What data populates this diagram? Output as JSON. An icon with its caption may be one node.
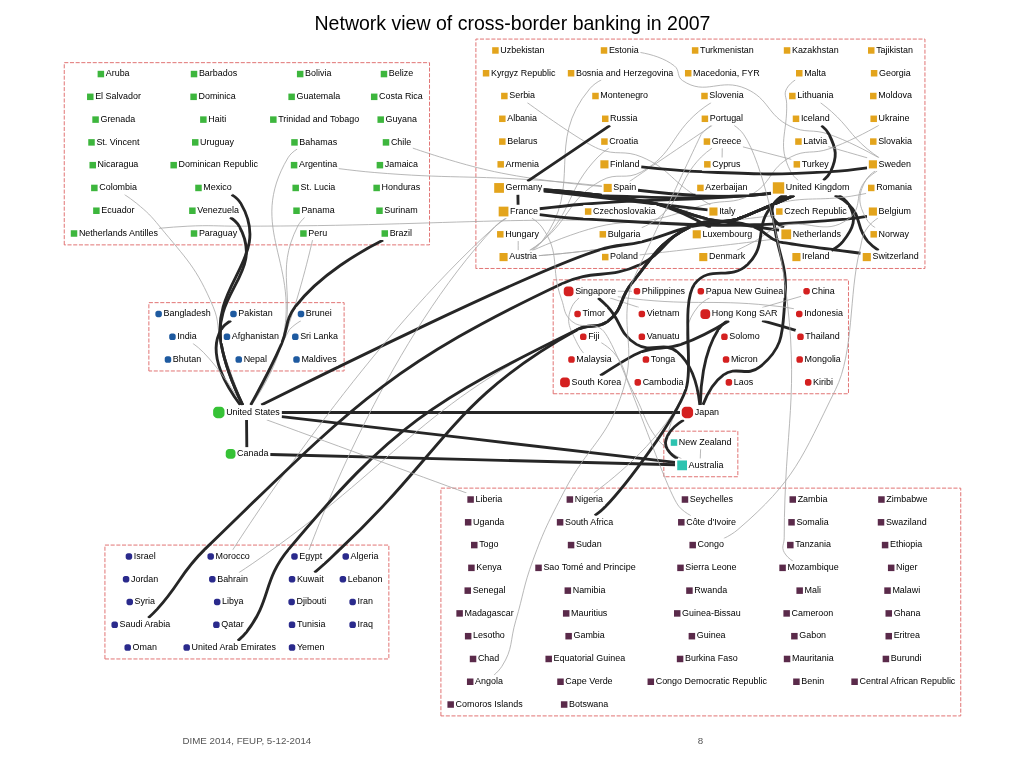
{
  "diagram": {
    "title": "Network view of cross-border banking in 2007",
    "nodes": [
      {
        "text": [],
        "shape": "box"
      },
      {
        "text": [
          "Aruba"
        ],
        "in": 0
      },
      {
        "text": [
          "Barbados"
        ],
        "in": 0
      },
      {
        "text": [
          "Bolivia"
        ],
        "in": 0
      },
      {
        "text": [
          "Belize"
        ],
        "in": 0
      },
      {
        "text": [
          "El Salvador"
        ],
        "in": 0
      },
      {
        "text": [
          "Dominica"
        ],
        "in": 0
      },
      {
        "text": [
          "Guatemala"
        ],
        "in": 0
      },
      {
        "text": [
          "Costa Rica"
        ],
        "in": 0
      },
      {
        "text": [
          "Grenada"
        ],
        "in": 0
      },
      {
        "text": [
          "Haiti"
        ],
        "in": 0
      },
      {
        "text": [
          "Trinidad and Tobago"
        ],
        "in": 0
      },
      {
        "text": [
          "Guyana"
        ],
        "in": 0
      },
      {
        "text": [
          "St. Vincent"
        ],
        "in": 0
      },
      {
        "text": [
          "Uruguay"
        ],
        "in": 0
      },
      {
        "text": [
          "Bahamas"
        ],
        "in": 0
      },
      {
        "text": [
          "Chile"
        ],
        "in": 0
      },
      {
        "text": [
          "Nicaragua"
        ],
        "in": 0
      },
      {
        "text": [
          "Dominican Republic"
        ],
        "in": 0
      },
      {
        "text": [
          "Argentina"
        ],
        "in": 0
      },
      {
        "text": [
          "Jamaica"
        ],
        "in": 0
      },
      {
        "text": [
          "Colombia"
        ],
        "in": 0
      },
      {
        "text": [
          "Mexico"
        ],
        "in": 0
      },
      {
        "text": [
          "St. Lucia"
        ],
        "in": 0
      },
      {
        "text": [
          "Honduras"
        ],
        "in": 0
      },
      {
        "text": [
          "Ecuador"
        ],
        "in": 0
      },
      {
        "text": [
          "Venezuela"
        ],
        "in": 0
      },
      {
        "text": [
          "Panama"
        ],
        "in": 0
      },
      {
        "text": [
          "Surinam"
        ],
        "in": 0
      },
      {
        "text": [
          "Netherlands Antilles"
        ],
        "in": 0
      },
      {
        "text": [
          "Paraguay"
        ],
        "in": 0
      },
      {
        "text": [
          "Peru"
        ],
        "in": 0
      },
      {
        "text": [
          "Brazil"
        ],
        "in": 0
      },
      {
        "text": [],
        "shape": "box"
      },
      {
        "text": [
          "Uzbekistan"
        ],
        "in": 33
      },
      {
        "text": [
          "Estonia"
        ],
        "in": 33
      },
      {
        "text": [
          "Turkmenistan"
        ],
        "in": 33
      },
      {
        "text": [
          "Kazakhstan"
        ],
        "in": 33
      },
      {
        "text": [
          "Tajikistan"
        ],
        "in": 33
      },
      {
        "text": [
          "Kyrgyz Republic"
        ],
        "in": 33
      },
      {
        "text": [
          "Bosnia and Herzegovina"
        ],
        "in": 33
      },
      {
        "text": [
          "Macedonia, FYR"
        ],
        "in": 33
      },
      {
        "text": [
          "Malta"
        ],
        "in": 33
      },
      {
        "text": [
          "Georgia"
        ],
        "in": 33
      },
      {
        "text": [
          "Serbia"
        ],
        "in": 33
      },
      {
        "text": [
          "Montenegro"
        ],
        "in": 33
      },
      {
        "text": [
          "Slovenia"
        ],
        "in": 33
      },
      {
        "text": [
          "Lithuania"
        ],
        "in": 33
      },
      {
        "text": [
          "Moldova"
        ],
        "in": 33
      },
      {
        "text": [
          "Albania"
        ],
        "in": 33
      },
      {
        "text": [
          "Russia"
        ],
        "in": 33
      },
      {
        "text": [
          "Portugal"
        ],
        "in": 33
      },
      {
        "text": [
          "Iceland"
        ],
        "in": 33
      },
      {
        "text": [
          "Ukraine"
        ],
        "in": 33
      },
      {
        "text": [
          "Belarus"
        ],
        "in": 33
      },
      {
        "text": [
          "Croatia"
        ],
        "in": 33
      },
      {
        "text": [
          "Greece"
        ],
        "in": 33
      },
      {
        "text": [
          "Latvia"
        ],
        "in": 33
      },
      {
        "text": [
          "Slovakia"
        ],
        "in": 33
      },
      {
        "text": [
          "Armenia"
        ],
        "in": 33
      },
      {
        "text": [
          "Finland"
        ],
        "in": 33
      },
      {
        "text": [
          "Cyprus"
        ],
        "in": 33
      },
      {
        "text": [
          "Turkey"
        ],
        "in": 33
      },
      {
        "text": [
          "Sweden"
        ],
        "in": 33
      },
      {
        "text": [
          "Germany"
        ],
        "in": 33
      },
      {
        "text": [
          "Spain"
        ],
        "in": 33
      },
      {
        "text": [
          "Azerbaijan"
        ],
        "in": 33
      },
      {
        "text": [
          "United Kingdom"
        ],
        "in": 33
      },
      {
        "text": [
          "Romania"
        ],
        "in": 33
      },
      {
        "text": [
          "France"
        ],
        "in": 33
      },
      {
        "text": [
          "Czechoslovakia"
        ],
        "in": 33
      },
      {
        "text": [
          "Italy"
        ],
        "in": 33
      },
      {
        "text": [
          "Czech Republic"
        ],
        "in": 33
      },
      {
        "text": [
          "Belgium"
        ],
        "in": 33
      },
      {
        "text": [
          "Hungary"
        ],
        "in": 33
      },
      {
        "text": [
          "Bulgaria"
        ],
        "in": 33
      },
      {
        "text": [
          "Luxembourg"
        ],
        "in": 33
      },
      {
        "text": [
          "Netherlands"
        ],
        "in": 33
      },
      {
        "text": [
          "Norway"
        ],
        "in": 33
      },
      {
        "text": [
          "Austria"
        ],
        "in": 33
      },
      {
        "text": [
          "Poland"
        ],
        "in": 33
      },
      {
        "text": [
          "Denmark"
        ],
        "in": 33
      },
      {
        "text": [
          "Ireland"
        ],
        "in": 33
      },
      {
        "text": [
          "Switzerland"
        ],
        "in": 33
      },
      {
        "text": [],
        "shape": "box"
      },
      {
        "text": [
          "Bangladesh"
        ],
        "in": 84
      },
      {
        "text": [
          "Pakistan"
        ],
        "in": 84
      },
      {
        "text": [
          "Brunei"
        ],
        "in": 84
      },
      {
        "text": [
          "India"
        ],
        "in": 84
      },
      {
        "text": [
          "Afghanistan"
        ],
        "in": 84
      },
      {
        "text": [
          "Sri Lanka"
        ],
        "in": 84
      },
      {
        "text": [
          "Bhutan"
        ],
        "in": 84
      },
      {
        "text": [
          "Nepal"
        ],
        "in": 84
      },
      {
        "text": [
          "Maldives"
        ],
        "in": 84
      },
      {
        "text": [
          "United States"
        ]
      },
      {
        "text": [
          "Canada"
        ]
      },
      {
        "text": [],
        "shape": "box"
      },
      {
        "text": [
          "New Zealand"
        ],
        "in": 96
      },
      {
        "text": [
          "Australia"
        ],
        "in": 96
      },
      {
        "text": [
          "Japan"
        ]
      },
      {
        "text": [],
        "shape": "box"
      },
      {
        "text": [
          "Singapore"
        ],
        "in": 100
      },
      {
        "text": [
          "Philippines"
        ],
        "in": 100
      },
      {
        "text": [
          "Papua New Guinea"
        ],
        "in": 100
      },
      {
        "text": [
          "China"
        ],
        "in": 100
      },
      {
        "text": [
          "Timor"
        ],
        "in": 100
      },
      {
        "text": [
          "Vietnam"
        ],
        "in": 100
      },
      {
        "text": [
          "Hong Kong SAR"
        ],
        "in": 100
      },
      {
        "text": [
          "Indonesia"
        ],
        "in": 100
      },
      {
        "text": [
          "Fiji"
        ],
        "in": 100
      },
      {
        "text": [
          "Vanuatu"
        ],
        "in": 100
      },
      {
        "text": [
          "Solomo"
        ],
        "in": 100
      },
      {
        "text": [
          "Thailand"
        ],
        "in": 100
      },
      {
        "text": [
          "Malaysia"
        ],
        "in": 100
      },
      {
        "text": [
          "Tonga"
        ],
        "in": 100
      },
      {
        "text": [
          "Micron"
        ],
        "in": 100
      },
      {
        "text": [
          "Mongolia"
        ],
        "in": 100
      },
      {
        "text": [
          "South Korea"
        ],
        "in": 100
      },
      {
        "text": [
          "Cambodia"
        ],
        "in": 100
      },
      {
        "text": [
          "Laos"
        ],
        "in": 100
      },
      {
        "text": [
          "Kiribi"
        ],
        "in": 100
      },
      {
        "text": [],
        "shape": "box"
      },
      {
        "text": [
          "Israel"
        ],
        "in": 121
      },
      {
        "text": [
          "Morocco"
        ],
        "in": 121
      },
      {
        "text": [
          "Egypt"
        ],
        "in": 121
      },
      {
        "text": [
          "Algeria"
        ],
        "in": 121
      },
      {
        "text": [
          "Jordan"
        ],
        "in": 121
      },
      {
        "text": [
          "Bahrain"
        ],
        "in": 121
      },
      {
        "text": [
          "Kuwait"
        ],
        "in": 121
      },
      {
        "text": [
          "Lebanon"
        ],
        "in": 121
      },
      {
        "text": [
          "Syria"
        ],
        "in": 121
      },
      {
        "text": [
          "Libya"
        ],
        "in": 121
      },
      {
        "text": [
          "Djibouti"
        ],
        "in": 121
      },
      {
        "text": [
          "Iran"
        ],
        "in": 121
      },
      {
        "text": [
          "Saudi Arabia"
        ],
        "in": 121
      },
      {
        "text": [
          "Qatar"
        ],
        "in": 121
      },
      {
        "text": [
          "Tunisia"
        ],
        "in": 121
      },
      {
        "text": [
          "Iraq"
        ],
        "in": 121
      },
      {
        "text": [
          "Oman"
        ],
        "in": 121
      },
      {
        "text": [
          "United Arab Emirates"
        ],
        "in": 121
      },
      {
        "text": [
          "Yemen"
        ],
        "in": 121
      },
      {
        "text": [],
        "shape": "box"
      },
      {
        "text": [
          "Liberia"
        ],
        "in": 141
      },
      {
        "text": [
          "Nigeria"
        ],
        "in": 141
      },
      {
        "text": [
          "Seychelles"
        ],
        "in": 141
      },
      {
        "text": [
          "Zambia"
        ],
        "in": 141
      },
      {
        "text": [
          "Zimbabwe"
        ],
        "in": 141
      },
      {
        "text": [
          "Uganda"
        ],
        "in": 141
      },
      {
        "text": [
          "South Africa"
        ],
        "in": 141
      },
      {
        "text": [
          "Côte d'Ivoire"
        ],
        "in": 141
      },
      {
        "text": [
          "Somalia"
        ],
        "in": 141
      },
      {
        "text": [
          "Swaziland"
        ],
        "in": 141
      },
      {
        "text": [
          "Togo"
        ],
        "in": 141
      },
      {
        "text": [
          "Sudan"
        ],
        "in": 141
      },
      {
        "text": [
          "Congo"
        ],
        "in": 141
      },
      {
        "text": [
          "Tanzania"
        ],
        "in": 141
      },
      {
        "text": [
          "Ethiopia"
        ],
        "in": 141
      },
      {
        "text": [
          "Kenya"
        ],
        "in": 141
      },
      {
        "text": [
          "Sao Tomé and Principe"
        ],
        "in": 141
      },
      {
        "text": [
          "Sierra Leone"
        ],
        "in": 141
      },
      {
        "text": [
          "Mozambique"
        ],
        "in": 141
      },
      {
        "text": [
          "Niger"
        ],
        "in": 141
      },
      {
        "text": [
          "Senegal"
        ],
        "in": 141
      },
      {
        "text": [
          "Namibia"
        ],
        "in": 141
      },
      {
        "text": [
          "Rwanda"
        ],
        "in": 141
      },
      {
        "text": [
          "Mali"
        ],
        "in": 141
      },
      {
        "text": [
          "Malawi"
        ],
        "in": 141
      },
      {
        "text": [
          "Madagascar"
        ],
        "in": 141
      },
      {
        "text": [
          "Mauritius"
        ],
        "in": 141
      },
      {
        "text": [
          "Guinea-Bissau"
        ],
        "in": 141
      },
      {
        "text": [
          "Cameroon"
        ],
        "in": 141
      },
      {
        "text": [
          "Ghana"
        ],
        "in": 141
      },
      {
        "text": [
          "Lesotho"
        ],
        "in": 141
      },
      {
        "text": [
          "Gambia"
        ],
        "in": 141
      },
      {
        "text": [
          "Guinea"
        ],
        "in": 141
      },
      {
        "text": [
          "Gabon"
        ],
        "in": 141
      },
      {
        "text": [
          "Eritrea"
        ],
        "in": 141
      },
      {
        "text": [
          "Chad"
        ],
        "in": 141
      },
      {
        "text": [
          "Equatorial Guinea"
        ],
        "in": 141
      },
      {
        "text": [
          "Burkina Faso"
        ],
        "in": 141
      },
      {
        "text": [
          "Mauritania"
        ],
        "in": 141
      },
      {
        "text": [
          "Burundi"
        ],
        "in": 141
      },
      {
        "text": [
          "Angola"
        ],
        "in": 141
      },
      {
        "text": [
          "Cape Verde"
        ],
        "in": 141
      },
      {
        "text": [
          "Congo Democratic Republic"
        ],
        "in": 141
      },
      {
        "text": [
          "Benin"
        ],
        "in": 141
      },
      {
        "text": [
          "Central African Republic"
        ],
        "in": 141
      },
      {
        "text": [
          "Comoros Islands"
        ],
        "in": 141
      },
      {
        "text": [
          "Botswana"
        ],
        "in": 141
      }
    ],
    "edges": [
      {
        "from": 94,
        "to": 67,
        "arrow": "none",
        "style": "thick",
        "color": "#262626"
      },
      {
        "from": 94,
        "to": 95,
        "arrow": "none",
        "style": "thick",
        "color": "#262626"
      },
      {
        "from": 94,
        "to": 98,
        "arrow": "none",
        "style": "thick",
        "color": "#262626"
      },
      {
        "from": 94,
        "to": 99,
        "arrow": "none",
        "style": "thick",
        "color": "#262626"
      },
      {
        "from": 94,
        "to": 32,
        "arrow": "none",
        "style": "thick",
        "color": "#262626"
      },
      {
        "from": 94,
        "to": 22,
        "arrow": "none",
        "style": "thick",
        "color": "#262626"
      },
      {
        "from": 94,
        "to": 26,
        "arrow": "none",
        "style": "thick",
        "color": "#262626"
      },
      {
        "from": 67,
        "to": 64,
        "arrow": "none",
        "style": "thick",
        "color": "#262626"
      },
      {
        "from": 67,
        "to": 69,
        "arrow": "none",
        "style": "thick",
        "color": "#262626"
      },
      {
        "from": 67,
        "to": 77,
        "arrow": "none",
        "style": "thick",
        "color": "#262626"
      },
      {
        "from": 67,
        "to": 83,
        "arrow": "none",
        "style": "thick",
        "color": "#262626"
      },
      {
        "from": 67,
        "to": 99,
        "arrow": "none",
        "style": "thick",
        "color": "#262626"
      },
      {
        "from": 67,
        "to": 82,
        "arrow": "none",
        "style": "thick",
        "color": "#262626"
      },
      {
        "from": 65,
        "to": 67,
        "arrow": "none",
        "style": "thick",
        "color": "#262626"
      },
      {
        "from": 64,
        "to": 69,
        "arrow": "none",
        "style": "thick",
        "color": "#262626"
      },
      {
        "from": 64,
        "to": 76,
        "arrow": "none",
        "style": "thick",
        "color": "#262626"
      },
      {
        "from": 83,
        "to": 64,
        "arrow": "none",
        "style": "thick",
        "color": "#262626"
      },
      {
        "from": 73,
        "to": 69,
        "arrow": "none",
        "style": "thick",
        "color": "#262626"
      },
      {
        "from": 77,
        "to": 64,
        "arrow": "none",
        "style": "thick",
        "color": "#262626"
      },
      {
        "from": 71,
        "to": 64,
        "arrow": "none",
        "style": "thick",
        "color": "#262626"
      },
      {
        "from": 60,
        "to": 63,
        "arrow": "none",
        "style": "thick",
        "color": "#262626"
      },
      {
        "from": 50,
        "to": 64,
        "arrow": "none",
        "style": "thick",
        "color": "#262626"
      },
      {
        "from": 52,
        "to": 67,
        "arrow": "none",
        "style": "thick",
        "color": "#262626"
      },
      {
        "from": 99,
        "to": 101,
        "arrow": "none",
        "style": "thick",
        "color": "#262626"
      },
      {
        "from": 99,
        "to": 107,
        "arrow": "none",
        "style": "thick",
        "color": "#262626"
      },
      {
        "from": 99,
        "to": 98,
        "arrow": "none",
        "style": "thick",
        "color": "#262626"
      },
      {
        "from": 95,
        "to": 98,
        "arrow": "none",
        "style": "thick",
        "color": "#262626"
      },
      {
        "from": 86,
        "to": 94,
        "arrow": "none",
        "style": "thick",
        "color": "#262626"
      },
      {
        "from": 148,
        "to": 67,
        "arrow": "none",
        "style": "thick",
        "color": "#262626"
      },
      {
        "from": 128,
        "to": 67,
        "arrow": "none",
        "style": "thick",
        "color": "#262626"
      },
      {
        "from": 134,
        "to": 67,
        "arrow": "none",
        "style": "thick",
        "color": "#262626"
      },
      {
        "from": 139,
        "to": 67,
        "arrow": "none",
        "style": "thick",
        "color": "#262626"
      },
      {
        "from": 107,
        "to": 112,
        "arrow": "none",
        "style": "thick",
        "color": "#262626"
      },
      {
        "from": 107,
        "to": 117,
        "arrow": "none",
        "style": "thick",
        "color": "#262626"
      },
      {
        "from": 88,
        "to": 94,
        "arrow": "none"
      },
      {
        "from": 87,
        "to": 94,
        "arrow": "none"
      },
      {
        "from": 97,
        "to": 98,
        "arrow": "none"
      },
      {
        "from": 77,
        "to": 80,
        "arrow": "none"
      },
      {
        "from": 74,
        "to": 79,
        "arrow": "none"
      },
      {
        "from": 72,
        "to": 79,
        "arrow": "none"
      },
      {
        "from": 75,
        "to": 56,
        "arrow": "none"
      },
      {
        "from": 68,
        "to": 79,
        "arrow": "none"
      },
      {
        "from": 62,
        "to": 56,
        "arrow": "none"
      },
      {
        "from": 61,
        "to": 56,
        "arrow": "none"
      },
      {
        "from": 55,
        "to": 79,
        "arrow": "none"
      },
      {
        "from": 46,
        "to": 79,
        "arrow": "none"
      },
      {
        "from": 57,
        "to": 63,
        "arrow": "none"
      },
      {
        "from": 35,
        "to": 63,
        "arrow": "none"
      },
      {
        "from": 47,
        "to": 63,
        "arrow": "none"
      },
      {
        "from": 53,
        "to": 79,
        "arrow": "none"
      },
      {
        "from": 42,
        "to": 67,
        "arrow": "none"
      },
      {
        "from": 44,
        "to": 71,
        "arrow": "none"
      },
      {
        "from": 40,
        "to": 79,
        "arrow": "none"
      },
      {
        "from": 78,
        "to": 63,
        "arrow": "none"
      },
      {
        "from": 81,
        "to": 63,
        "arrow": "none"
      },
      {
        "from": 51,
        "to": 65,
        "arrow": "none"
      },
      {
        "from": 102,
        "to": 101,
        "arrow": "none"
      },
      {
        "from": 108,
        "to": 101,
        "arrow": "none"
      },
      {
        "from": 113,
        "to": 101,
        "arrow": "none"
      },
      {
        "from": 104,
        "to": 107,
        "arrow": "none"
      },
      {
        "from": 106,
        "to": 101,
        "arrow": "none"
      },
      {
        "from": 103,
        "to": 98,
        "arrow": "none"
      },
      {
        "from": 109,
        "to": 98,
        "arrow": "none"
      },
      {
        "from": 15,
        "to": 94,
        "arrow": "none"
      },
      {
        "from": 16,
        "to": 65,
        "arrow": "none"
      },
      {
        "from": 19,
        "to": 65,
        "arrow": "none"
      },
      {
        "from": 21,
        "to": 94,
        "arrow": "none"
      },
      {
        "from": 27,
        "to": 94,
        "arrow": "none"
      },
      {
        "from": 29,
        "to": 77,
        "arrow": "none"
      },
      {
        "from": 31,
        "to": 94,
        "arrow": "none"
      },
      {
        "from": 127,
        "to": 67,
        "arrow": "none"
      },
      {
        "from": 124,
        "to": 69,
        "arrow": "none"
      },
      {
        "from": 123,
        "to": 69,
        "arrow": "none"
      },
      {
        "from": 143,
        "to": 67,
        "arrow": "none"
      },
      {
        "from": 142,
        "to": 94,
        "arrow": "none"
      },
      {
        "from": 149,
        "to": 69,
        "arrow": "none"
      },
      {
        "from": 154,
        "to": 73,
        "arrow": "none"
      },
      {
        "from": 160,
        "to": 51,
        "arrow": "none"
      },
      {
        "from": 182,
        "to": 51,
        "arrow": "none"
      }
    ],
    "labels": [
      "DIME 2014, FEUP, 5-12-2014",
      "8"
    ]
  }
}
